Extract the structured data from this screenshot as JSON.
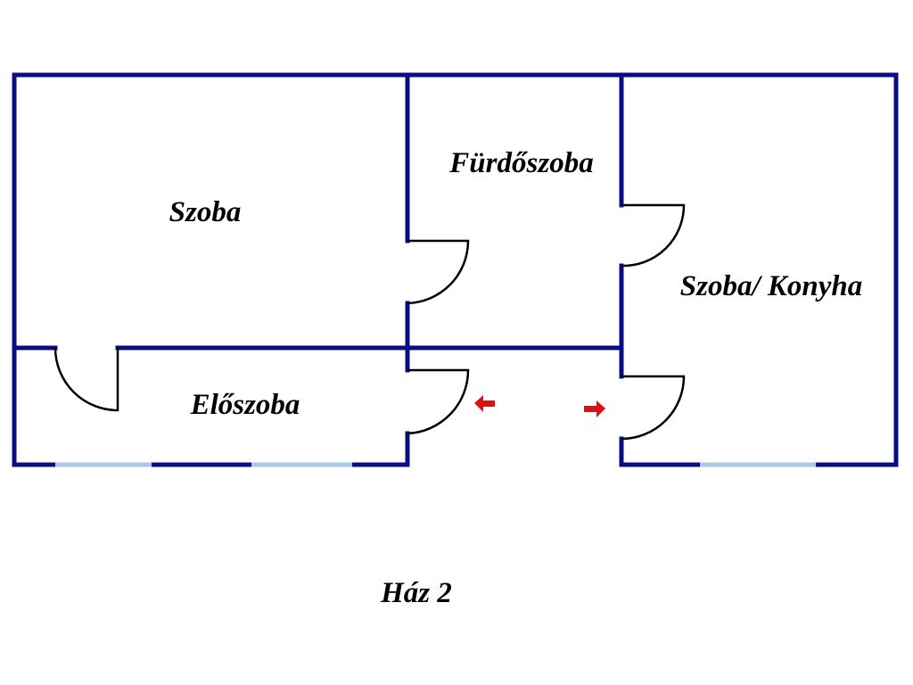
{
  "rooms": {
    "szoba": "Szoba",
    "furdoszoba": "Fürdőszoba",
    "szoba_konyha": "Szoba/ Konyha",
    "eloszoba": "Előszoba"
  },
  "caption": "Ház 2",
  "colors": {
    "wall": "#0c0c82",
    "window": "#a9c9e6",
    "arrow": "#e01010"
  }
}
